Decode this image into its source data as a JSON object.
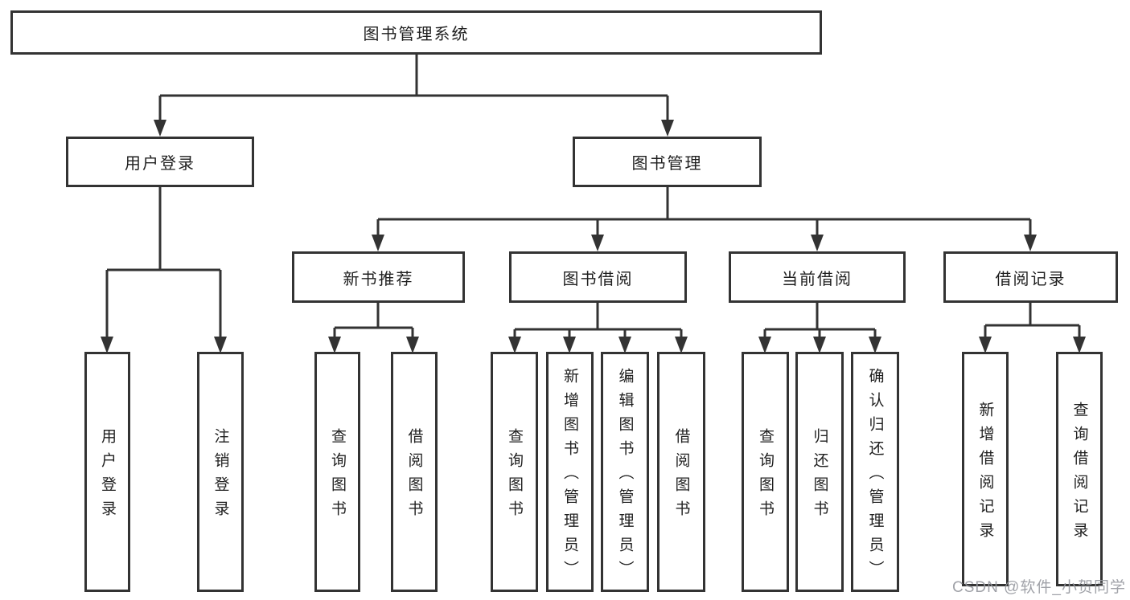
{
  "app": {
    "watermark": "CSDN @软件_小贺同学"
  },
  "diagram": {
    "type": "tree",
    "colors": {
      "line": "#333333",
      "box_border": "#333333",
      "box_fill": "#ffffff",
      "text": "#1f1f1f",
      "watermark": "#96989e"
    },
    "root": {
      "label": "图书管理系统"
    },
    "branches": [
      {
        "label": "用户登录",
        "children": [
          {
            "label": "用户登录"
          },
          {
            "label": "注销登录"
          }
        ]
      },
      {
        "label": "图书管理",
        "children": [
          {
            "label": "新书推荐",
            "children": [
              {
                "label": "查询图书"
              },
              {
                "label": "借阅图书"
              }
            ]
          },
          {
            "label": "图书借阅",
            "children": [
              {
                "label": "查询图书"
              },
              {
                "label": "新增图书（管理员）"
              },
              {
                "label": "编辑图书（管理员）"
              },
              {
                "label": "借阅图书"
              }
            ]
          },
          {
            "label": "当前借阅",
            "children": [
              {
                "label": "查询图书"
              },
              {
                "label": "归还图书"
              },
              {
                "label": "确认归还（管理员）"
              }
            ]
          },
          {
            "label": "借阅记录",
            "children": [
              {
                "label": "新增借阅记录"
              },
              {
                "label": "查询借阅记录"
              }
            ]
          }
        ]
      }
    ]
  }
}
